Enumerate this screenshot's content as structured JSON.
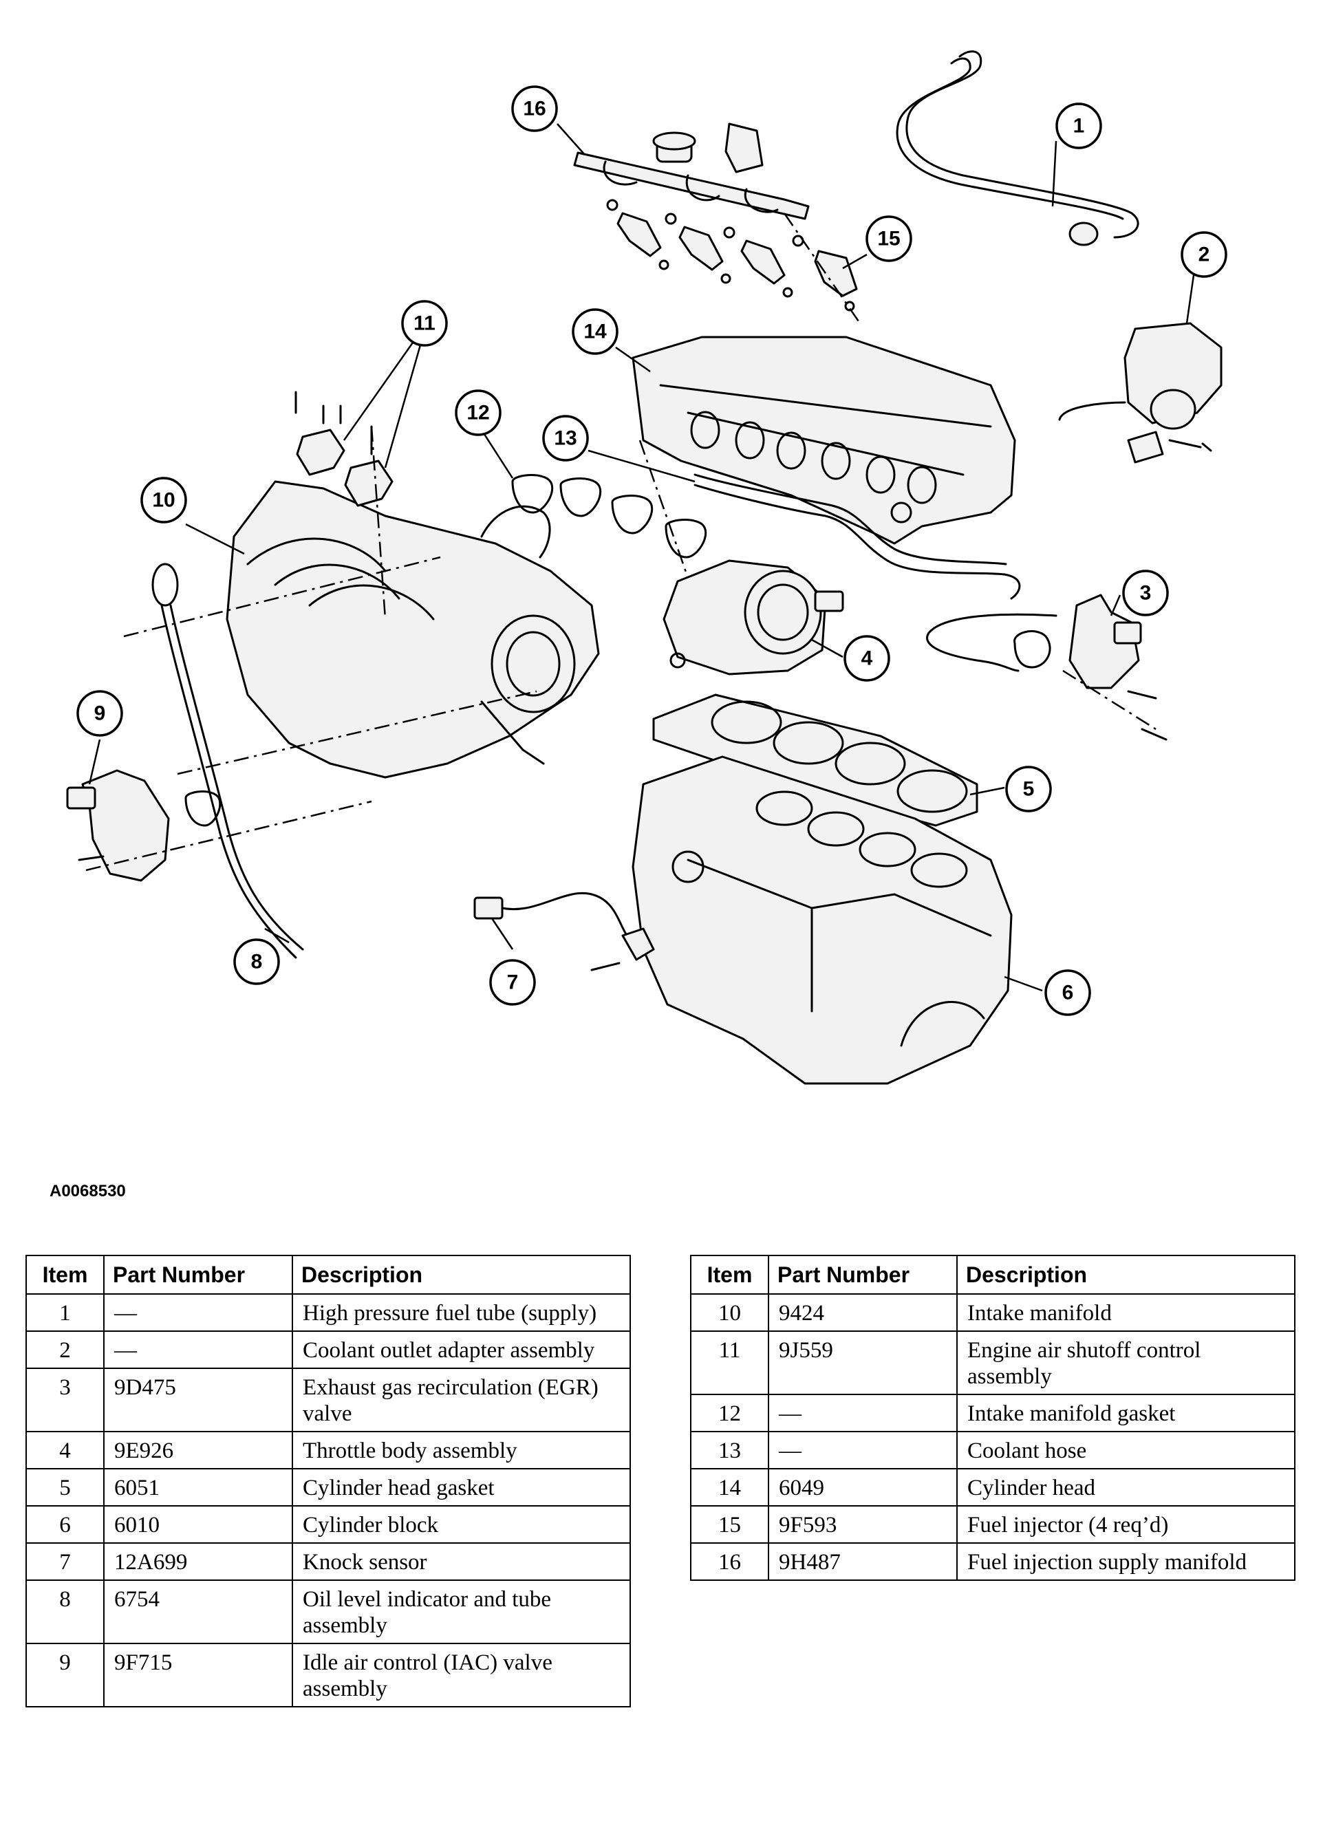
{
  "figure": {
    "figure_id": "A0068530",
    "callouts": [
      "1",
      "2",
      "3",
      "4",
      "5",
      "6",
      "7",
      "8",
      "9",
      "10",
      "11",
      "12",
      "13",
      "14",
      "15",
      "16"
    ]
  },
  "tables": {
    "headers": {
      "item": "Item",
      "part_number": "Part Number",
      "description": "Description"
    },
    "left": [
      {
        "item": "1",
        "part_number": "—",
        "description": "High pressure fuel tube (supply)"
      },
      {
        "item": "2",
        "part_number": "—",
        "description": "Coolant outlet adapter assembly"
      },
      {
        "item": "3",
        "part_number": "9D475",
        "description": "Exhaust gas recirculation (EGR) valve"
      },
      {
        "item": "4",
        "part_number": "9E926",
        "description": "Throttle body assembly"
      },
      {
        "item": "5",
        "part_number": "6051",
        "description": "Cylinder head gasket"
      },
      {
        "item": "6",
        "part_number": "6010",
        "description": "Cylinder block"
      },
      {
        "item": "7",
        "part_number": "12A699",
        "description": "Knock sensor"
      },
      {
        "item": "8",
        "part_number": "6754",
        "description": "Oil level indicator and tube assembly"
      },
      {
        "item": "9",
        "part_number": "9F715",
        "description": "Idle air control (IAC) valve assembly"
      }
    ],
    "right": [
      {
        "item": "10",
        "part_number": "9424",
        "description": "Intake manifold"
      },
      {
        "item": "11",
        "part_number": "9J559",
        "description": "Engine air shutoff control assembly"
      },
      {
        "item": "12",
        "part_number": "—",
        "description": "Intake manifold gasket"
      },
      {
        "item": "13",
        "part_number": "—",
        "description": "Coolant hose"
      },
      {
        "item": "14",
        "part_number": "6049",
        "description": "Cylinder head"
      },
      {
        "item": "15",
        "part_number": "9F593",
        "description": "Fuel injector (4 req’d)"
      },
      {
        "item": "16",
        "part_number": "9H487",
        "description": "Fuel injection supply manifold"
      }
    ]
  }
}
